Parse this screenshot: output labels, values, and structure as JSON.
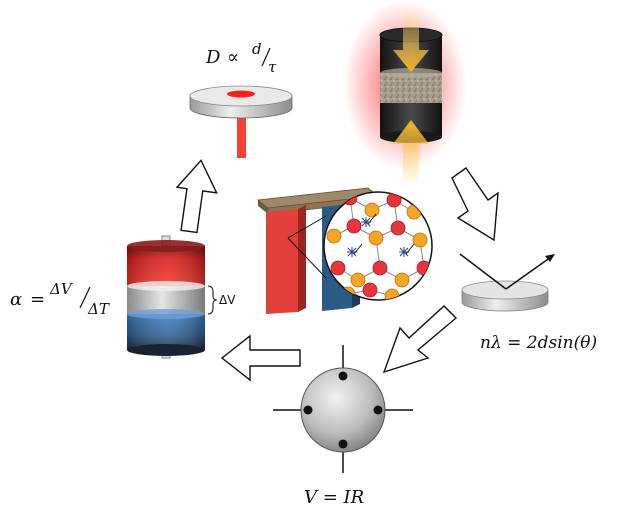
{
  "labels": {
    "diffusivity": {
      "lhs": "D",
      "relation": "∝",
      "numerator": "d",
      "denominator": "τ"
    },
    "seebeck": {
      "lhs": "α",
      "equals": "=",
      "numerator": "ΔV",
      "denominator": "ΔT",
      "bracket": "ΔV"
    },
    "xrd": "nλ = 2dsin(θ)",
    "ohm": "V = IR"
  },
  "colors": {
    "hot": "#e01b1b",
    "cold": "#2f6db0",
    "laser": "#f44336",
    "press_arrow": "#f5b21b",
    "atom_red": "#e8353b",
    "atom_orange": "#f5a623",
    "bar_red": "#e2413b",
    "bar_blue": "#2b5b84",
    "bridge": "#8b7355"
  }
}
